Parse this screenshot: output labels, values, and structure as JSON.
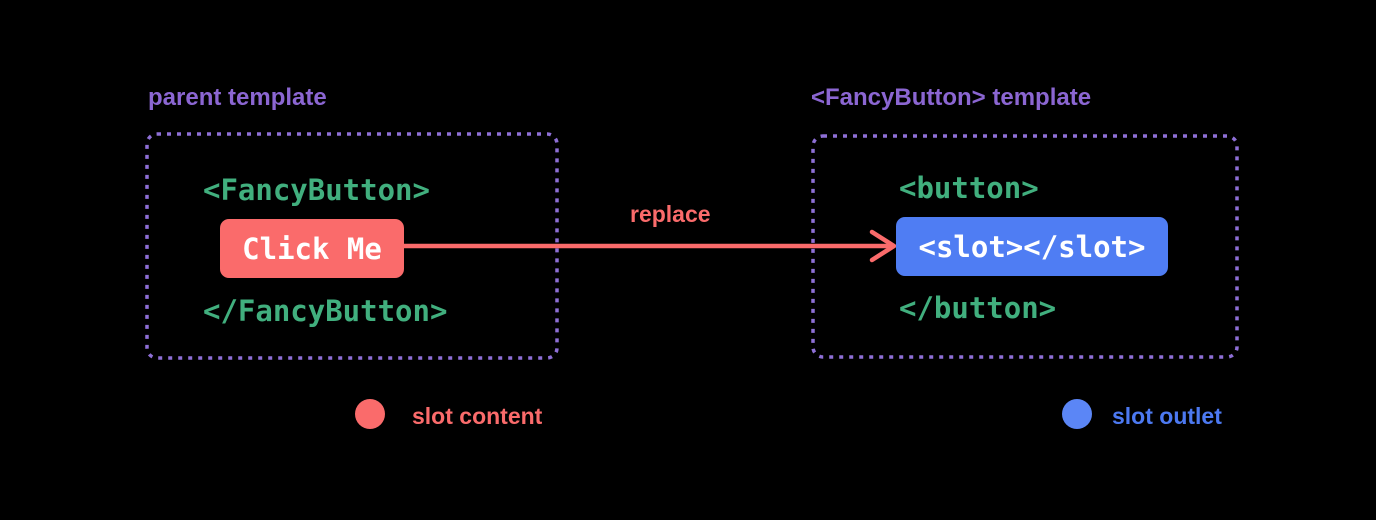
{
  "panels": {
    "parent": {
      "title": "parent template",
      "open_tag": "<FancyButton>",
      "button_label": "Click Me",
      "close_tag": "</FancyButton>"
    },
    "fancy_button": {
      "title": "<FancyButton> template",
      "open_tag": "<button>",
      "slot_tag": "<slot></slot>",
      "close_tag": "</button>"
    }
  },
  "arrow": {
    "label": "replace"
  },
  "legend": {
    "items": [
      {
        "label": "slot content",
        "color": "#fa6b6b"
      },
      {
        "label": "slot outlet",
        "color": "#5b86f6"
      }
    ]
  },
  "colors": {
    "background": "#000000",
    "purple_title": "#8b66d2",
    "purple_dash": "#8e6fd6",
    "green_code": "#41af7e",
    "red_accent": "#fa6b6b",
    "blue_accent": "#4f7df3",
    "white_text": "#ffffff"
  }
}
